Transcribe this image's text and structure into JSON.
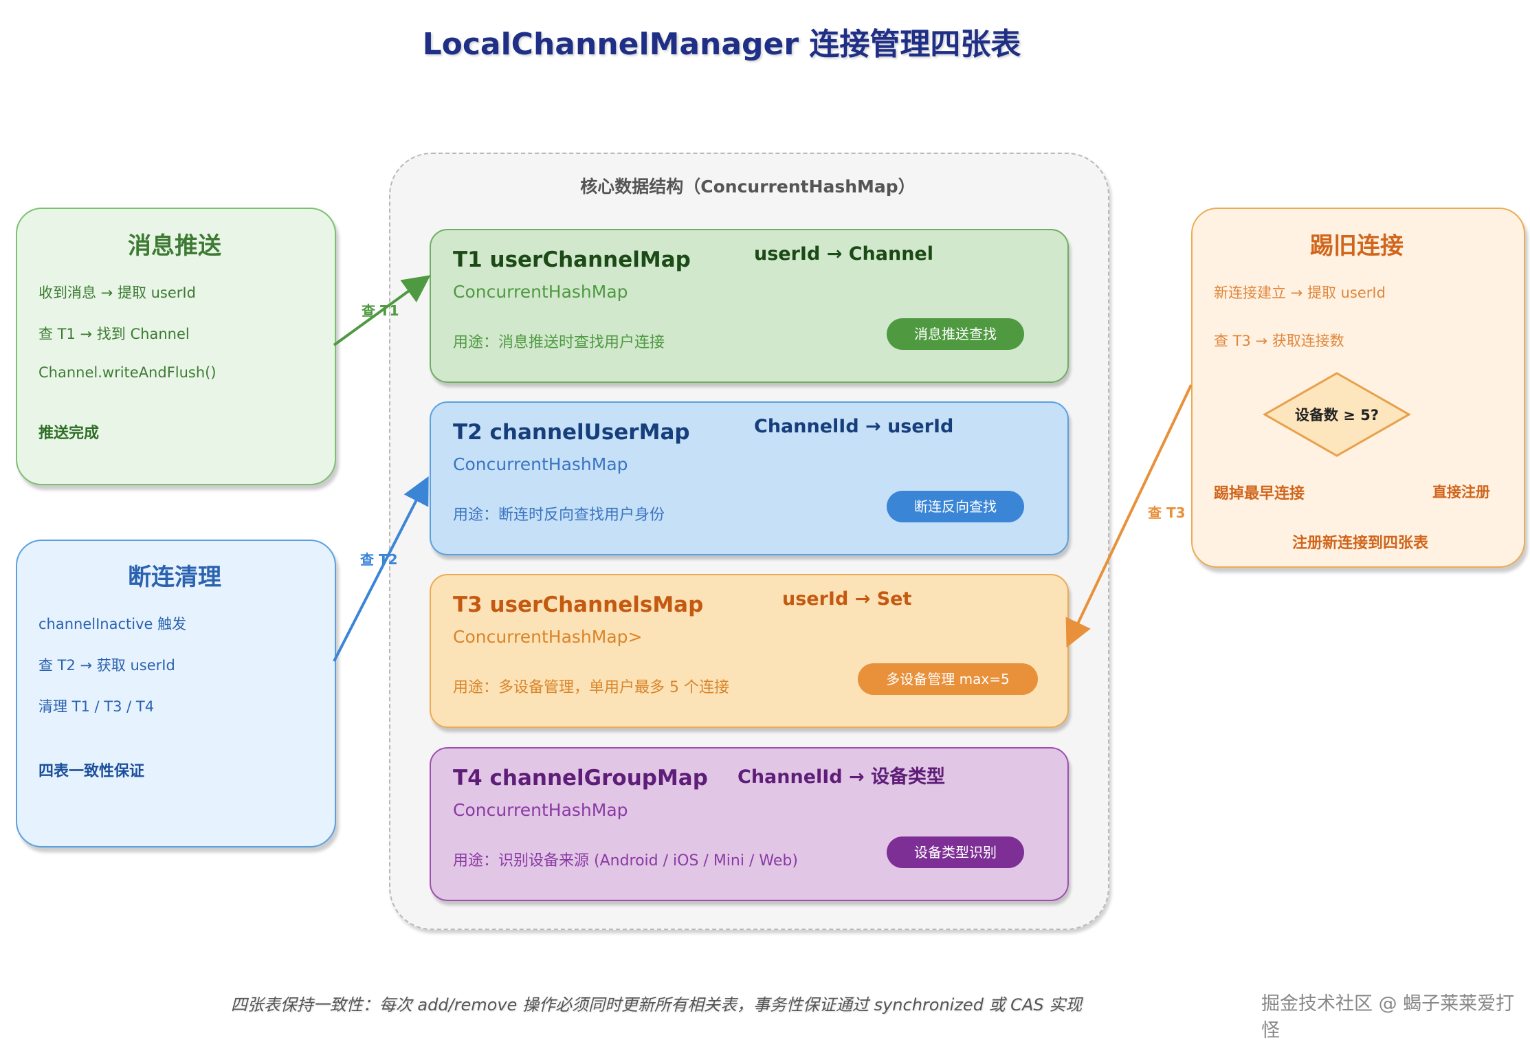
{
  "title": "LocalChannelManager 连接管理四张表",
  "core": {
    "title": "核心数据结构（ConcurrentHashMap）"
  },
  "tables": [
    {
      "name": "T1 userChannelMap",
      "mapping": "userId → Channel",
      "type": "ConcurrentHashMap",
      "usage": "用途：消息推送时查找用户连接",
      "tag": "消息推送查找"
    },
    {
      "name": "T2 channelUserMap",
      "mapping": "ChannelId → userId",
      "type": "ConcurrentHashMap",
      "usage": "用途：断连时反向查找用户身份",
      "tag": "断连反向查找"
    },
    {
      "name": "T3 userChannelsMap",
      "mapping": "userId → Set",
      "type": "ConcurrentHashMap>",
      "usage": "用途：多设备管理，单用户最多 5 个连接",
      "tag": "多设备管理 max=5"
    },
    {
      "name": "T4 channelGroupMap",
      "mapping": "ChannelId → 设备类型",
      "type": "ConcurrentHashMap",
      "usage": "用途：识别设备来源 (Android / iOS / Mini / Web)",
      "tag": "设备类型识别"
    }
  ],
  "push": {
    "title": "消息推送",
    "steps": [
      "收到消息 → 提取 userId",
      "查 T1 → 找到 Channel",
      "Channel.writeAndFlush()"
    ],
    "result": "推送完成",
    "arrow_label": "查 T1"
  },
  "clean": {
    "title": "断连清理",
    "steps": [
      "channelInactive 触发",
      "查 T2 → 获取 userId",
      "清理 T1 / T3 / T4"
    ],
    "result": "四表一致性保证",
    "arrow_label": "查 T2"
  },
  "kick": {
    "title": "踢旧连接",
    "steps": [
      "新连接建立 → 提取 userId",
      "查 T3 → 获取连接数"
    ],
    "decision": "设备数 ≥ 5?",
    "yes_branch": "踢掉最早连接",
    "no_branch": "直接注册",
    "result": "注册新连接到四张表",
    "arrow_label": "查 T3"
  },
  "footer": "四张表保持一致性：每次 add/remove 操作必须同时更新所有相关表，事务性保证通过 synchronized 或 CAS 实现",
  "watermark": "掘金技术社区 @ 蝎子莱莱爱打怪",
  "colors": {
    "green": "#4f9a41",
    "green_dark": "#2f6e27",
    "blue": "#3a85d6",
    "blue_dark": "#1c4f9a",
    "orange": "#e8903a",
    "orange_dark": "#c45a12",
    "purple": "#7e2f96",
    "purple_dark": "#5e1e78"
  }
}
